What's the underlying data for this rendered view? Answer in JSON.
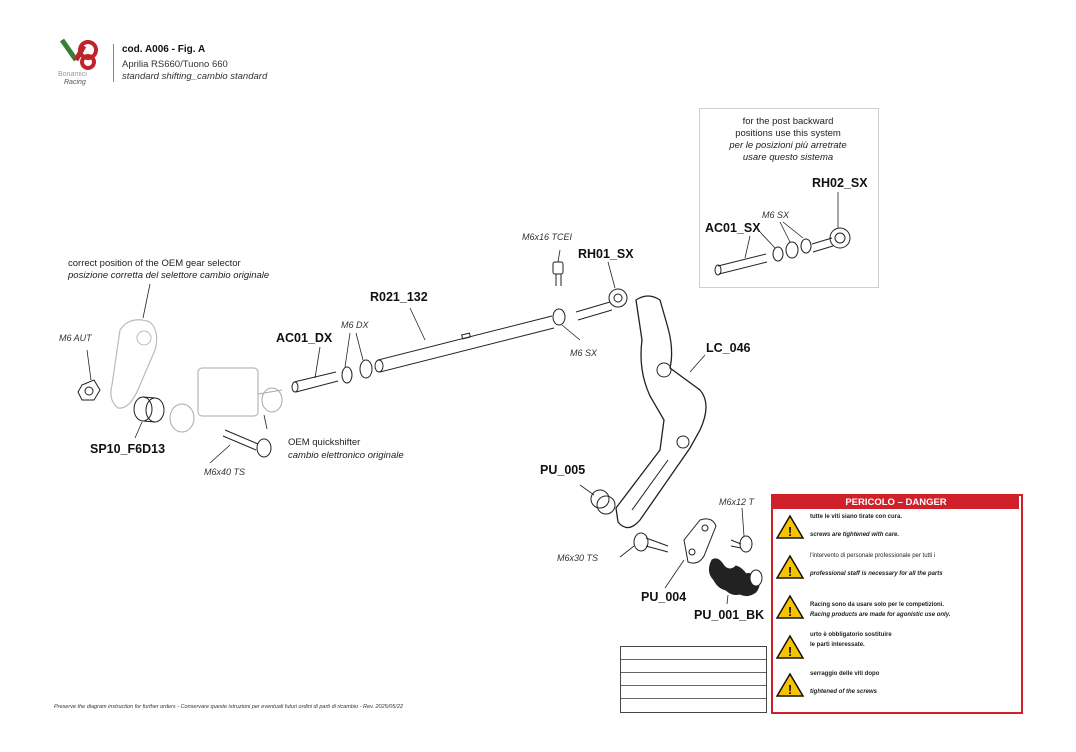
{
  "header": {
    "code": "cod. A006 - Fig. A",
    "model": "Aprilia RS660/Tuono 660",
    "description": "standard shifting_cambio standard"
  },
  "logo": {
    "brand_color": "#c0242a",
    "accent": "#3a7d3a"
  },
  "notes": {
    "oem_selector_en": "correct position of the OEM gear selector",
    "oem_selector_it": "posizione corretta del selettore cambio originale",
    "quickshifter_en": "OEM quickshifter",
    "quickshifter_it": "cambio elettronico originale"
  },
  "inset": {
    "line1": "for the post backward",
    "line2": "positions use this system",
    "line3": "per le posizioni più arretrate",
    "line4": "usare questo sistema",
    "rh02": "RH02_SX",
    "ac01": "AC01_SX",
    "m6sx": "M6 SX"
  },
  "parts": {
    "r021": "R021_132",
    "ac01dx": "AC01_DX",
    "rh01": "RH01_SX",
    "lc046": "LC_046",
    "pu005": "PU_005",
    "pu004": "PU_004",
    "pu001": "PU_001_BK",
    "sp10": "SP10_F6D13"
  },
  "hardware": {
    "m6aut": "M6 AUT",
    "m6dx": "M6 DX",
    "m6x16": "M6x16 TCEI",
    "m6sx": "M6 SX",
    "m6x40": "M6x40 TS",
    "m6x30": "M6x30 TS",
    "m6x12": "M6x12 T"
  },
  "danger": {
    "title": "PERICOLO – DANGER",
    "color": "#d0202a",
    "w1a": "tutte le viti siano tirate con cura.",
    "w1b": "screws are tightened with care.",
    "w2a": "l'intervento di personale professionale per tutti i",
    "w2b": "professional staff is necessary for all the parts",
    "w3a": "Racing sono da usare solo per le competizioni.",
    "w3b": "Racing products are made for agonistic use only.",
    "w4a": "urto è obbligatorio sostituire",
    "w4b": "le parti interessate.",
    "w5a": "serraggio delle viti dopo",
    "w5b": "tightened of the screws"
  },
  "footer": "Preserve the diagram instruction for further orders - Conservare queste istruzioni per eventuali futuri ordini di parti di ricambio - Rev. 2025/05/22"
}
